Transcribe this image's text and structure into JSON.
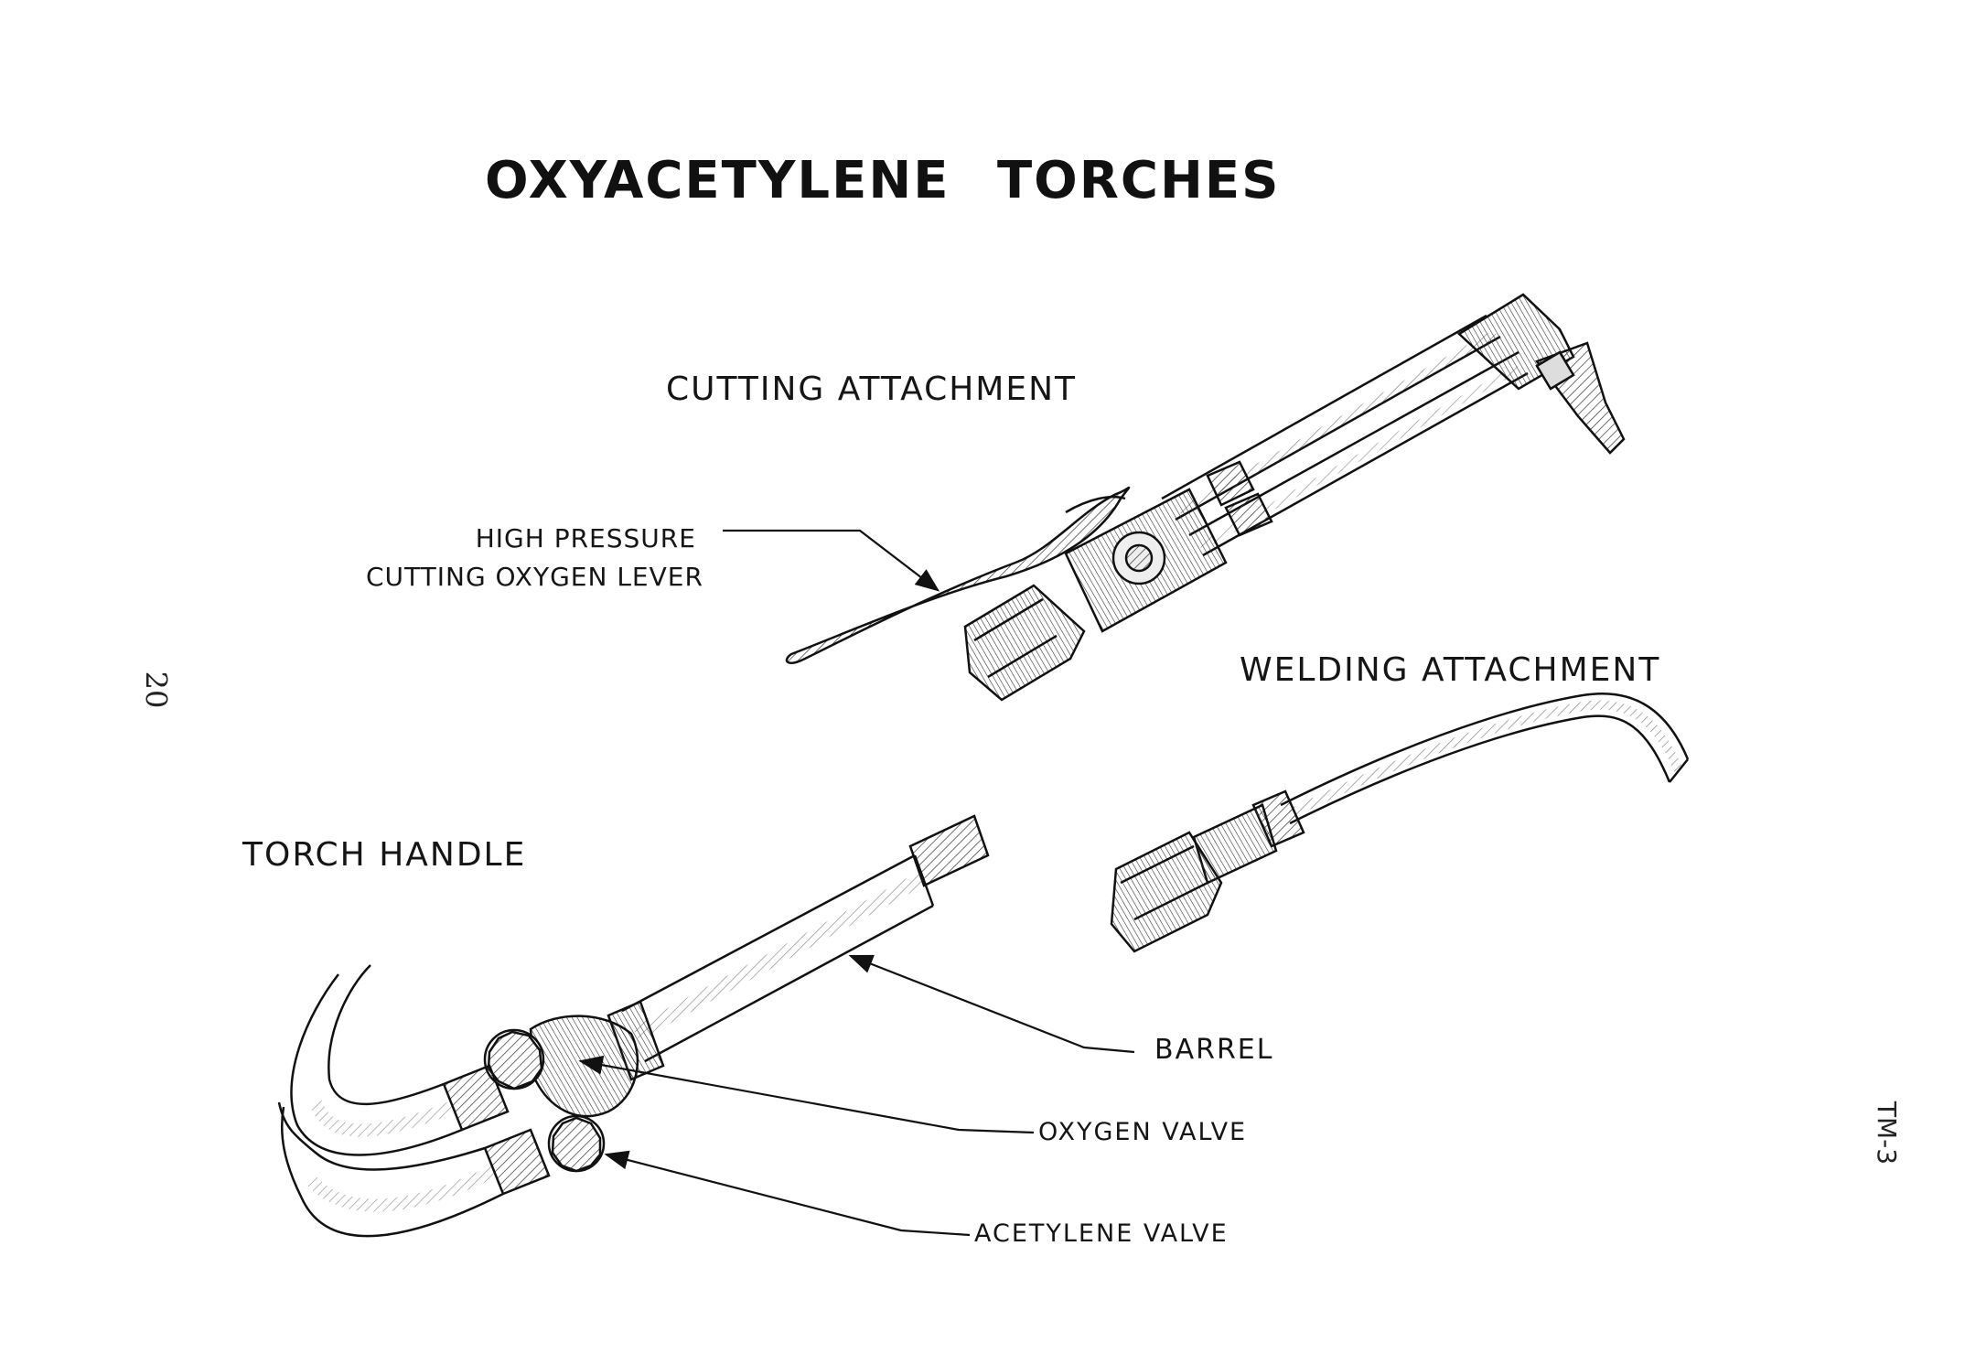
{
  "title": "OXYACETYLENE   TORCHES",
  "labels": {
    "cutting_attachment": "CUTTING ATTACHMENT",
    "lever_line1": "HIGH PRESSURE",
    "lever_line2": "CUTTING OXYGEN LEVER",
    "welding_attachment": "WELDING ATTACHMENT",
    "torch_handle": "TORCH HANDLE",
    "barrel": "BARREL",
    "oxygen_valve": "OXYGEN VALVE",
    "acetylene_valve": "ACETYLENE VALVE"
  },
  "page_number": "20",
  "sheet_code": "TM-3"
}
